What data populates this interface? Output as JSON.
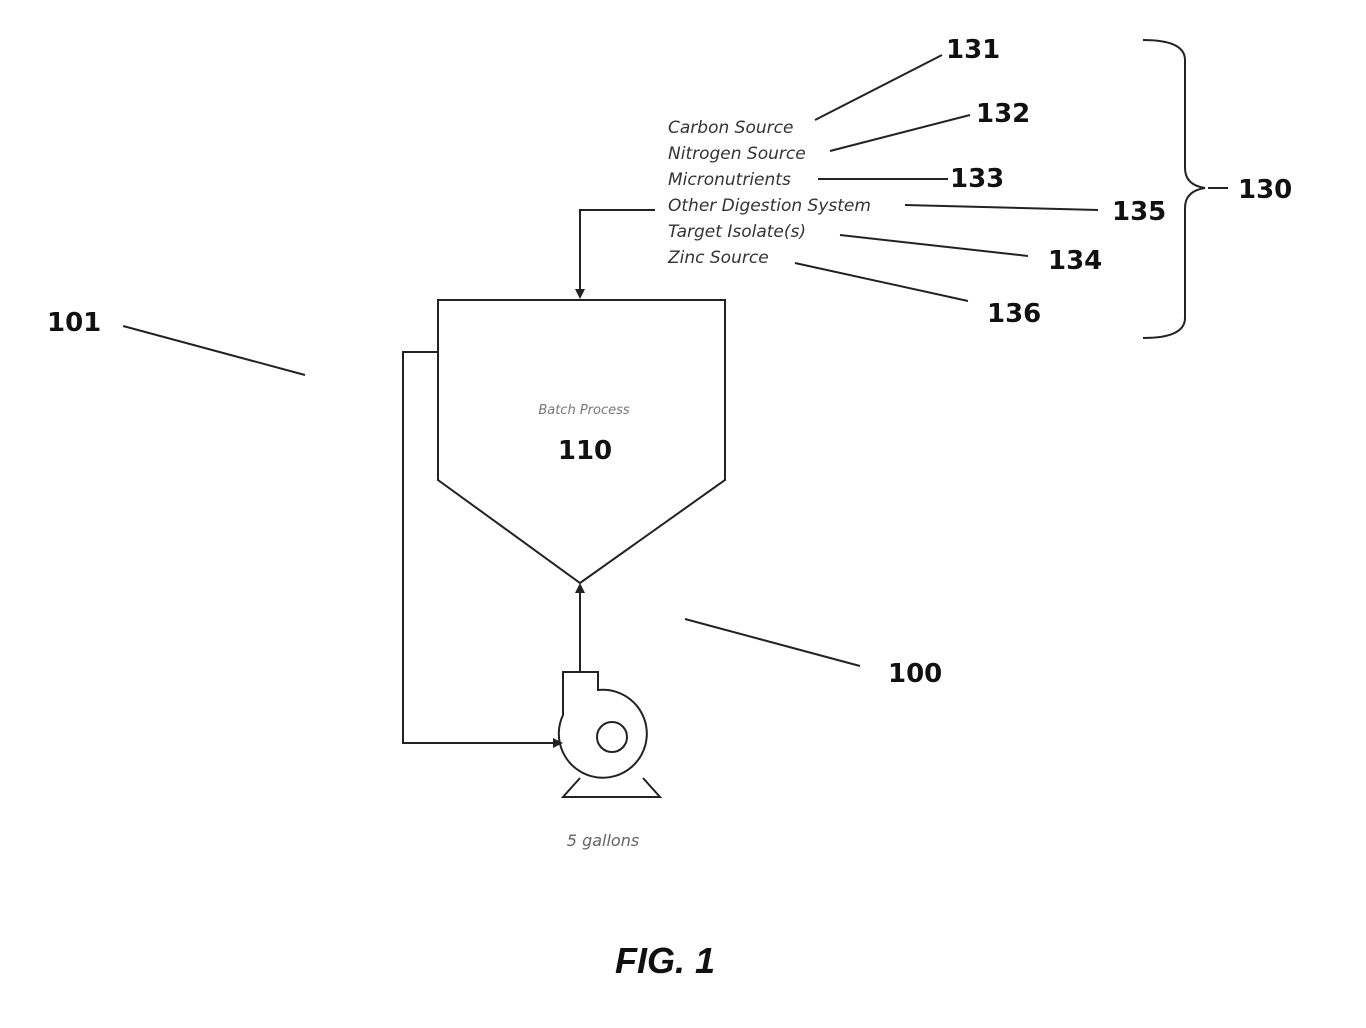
{
  "figure": {
    "title": "FIG. 1",
    "system_ref": "100",
    "system_pointer_ref": "101",
    "vessel": {
      "caption": "Batch Process",
      "ref": "110"
    },
    "pump": {
      "volume": "5 gallons"
    },
    "inputs_group_ref": "130",
    "inputs": [
      {
        "label": "Carbon Source",
        "ref": "131"
      },
      {
        "label": "Nitrogen Source",
        "ref": "132"
      },
      {
        "label": "Micronutrients",
        "ref": "133"
      },
      {
        "label": "Other Digestion System",
        "ref": "135"
      },
      {
        "label": "Target Isolate(s)",
        "ref": "134"
      },
      {
        "label": "Zinc Source",
        "ref": "136"
      }
    ]
  }
}
